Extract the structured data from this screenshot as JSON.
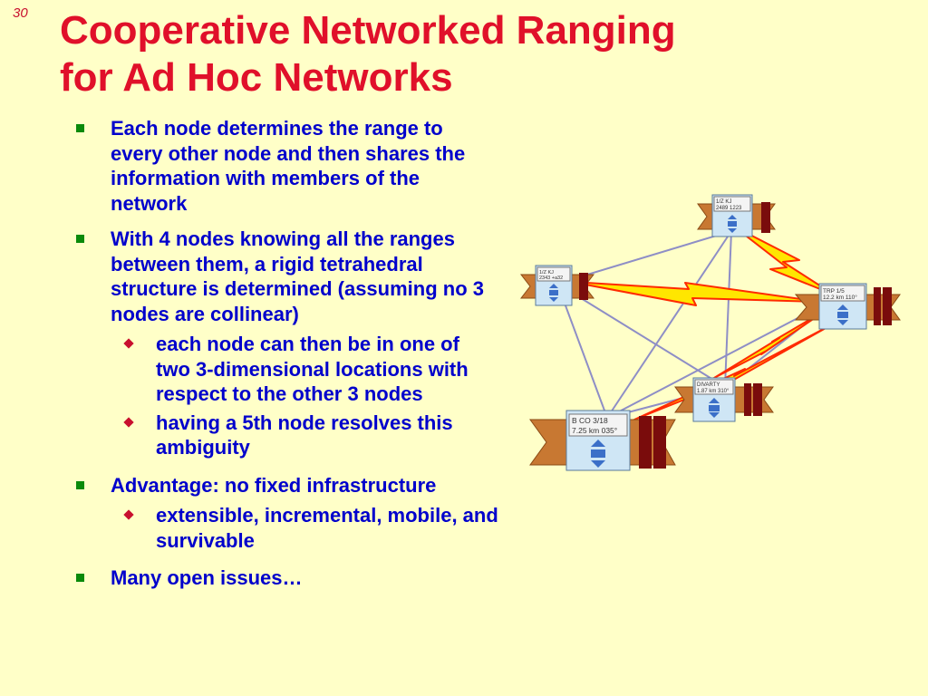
{
  "slide_number": "30",
  "title_line1": "Cooperative Networked Ranging",
  "title_line2": "for Ad Hoc Networks",
  "bullets": [
    {
      "text": "Each node determines the range to every other node and then shares the information with members of the network"
    },
    {
      "text": "With 4 nodes knowing all the ranges between them, a rigid tetrahedral structure is determined (assuming no 3 nodes are collinear)"
    },
    {
      "text": "each node can then be in one of two 3-dimensional locations with respect to the other 3 nodes"
    },
    {
      "text": "having a 5th node resolves this ambiguity"
    },
    {
      "text": "Advantage: no fixed infrastructure"
    },
    {
      "text": "extensible, incremental, mobile, and survivable"
    },
    {
      "text": "Many open issues…"
    }
  ],
  "nodes": {
    "top": {
      "line1": "1/Z KJ",
      "line2": "2489 1223"
    },
    "left": {
      "line1": "1/Z KJ",
      "line2": "2343 +a32"
    },
    "right": {
      "line1": "TRP 1/5",
      "line2": "12.2 km 110°"
    },
    "mid": {
      "line1": "DIVARTY",
      "line2": "1.87 km 310°"
    },
    "bottom": {
      "line1": "B CO 3/18",
      "line2": "7.25 km 035°"
    }
  },
  "colors": {
    "title": "#e0102a",
    "body_text": "#0000cc",
    "bullet_square": "#0a8a0a",
    "bullet_diamond": "#c8102e",
    "background": "#ffffc8",
    "banner": "#c87832",
    "flag": "#7a0c0c",
    "node_panel": "#cfe6f5",
    "lightning": "#ff1a00"
  }
}
